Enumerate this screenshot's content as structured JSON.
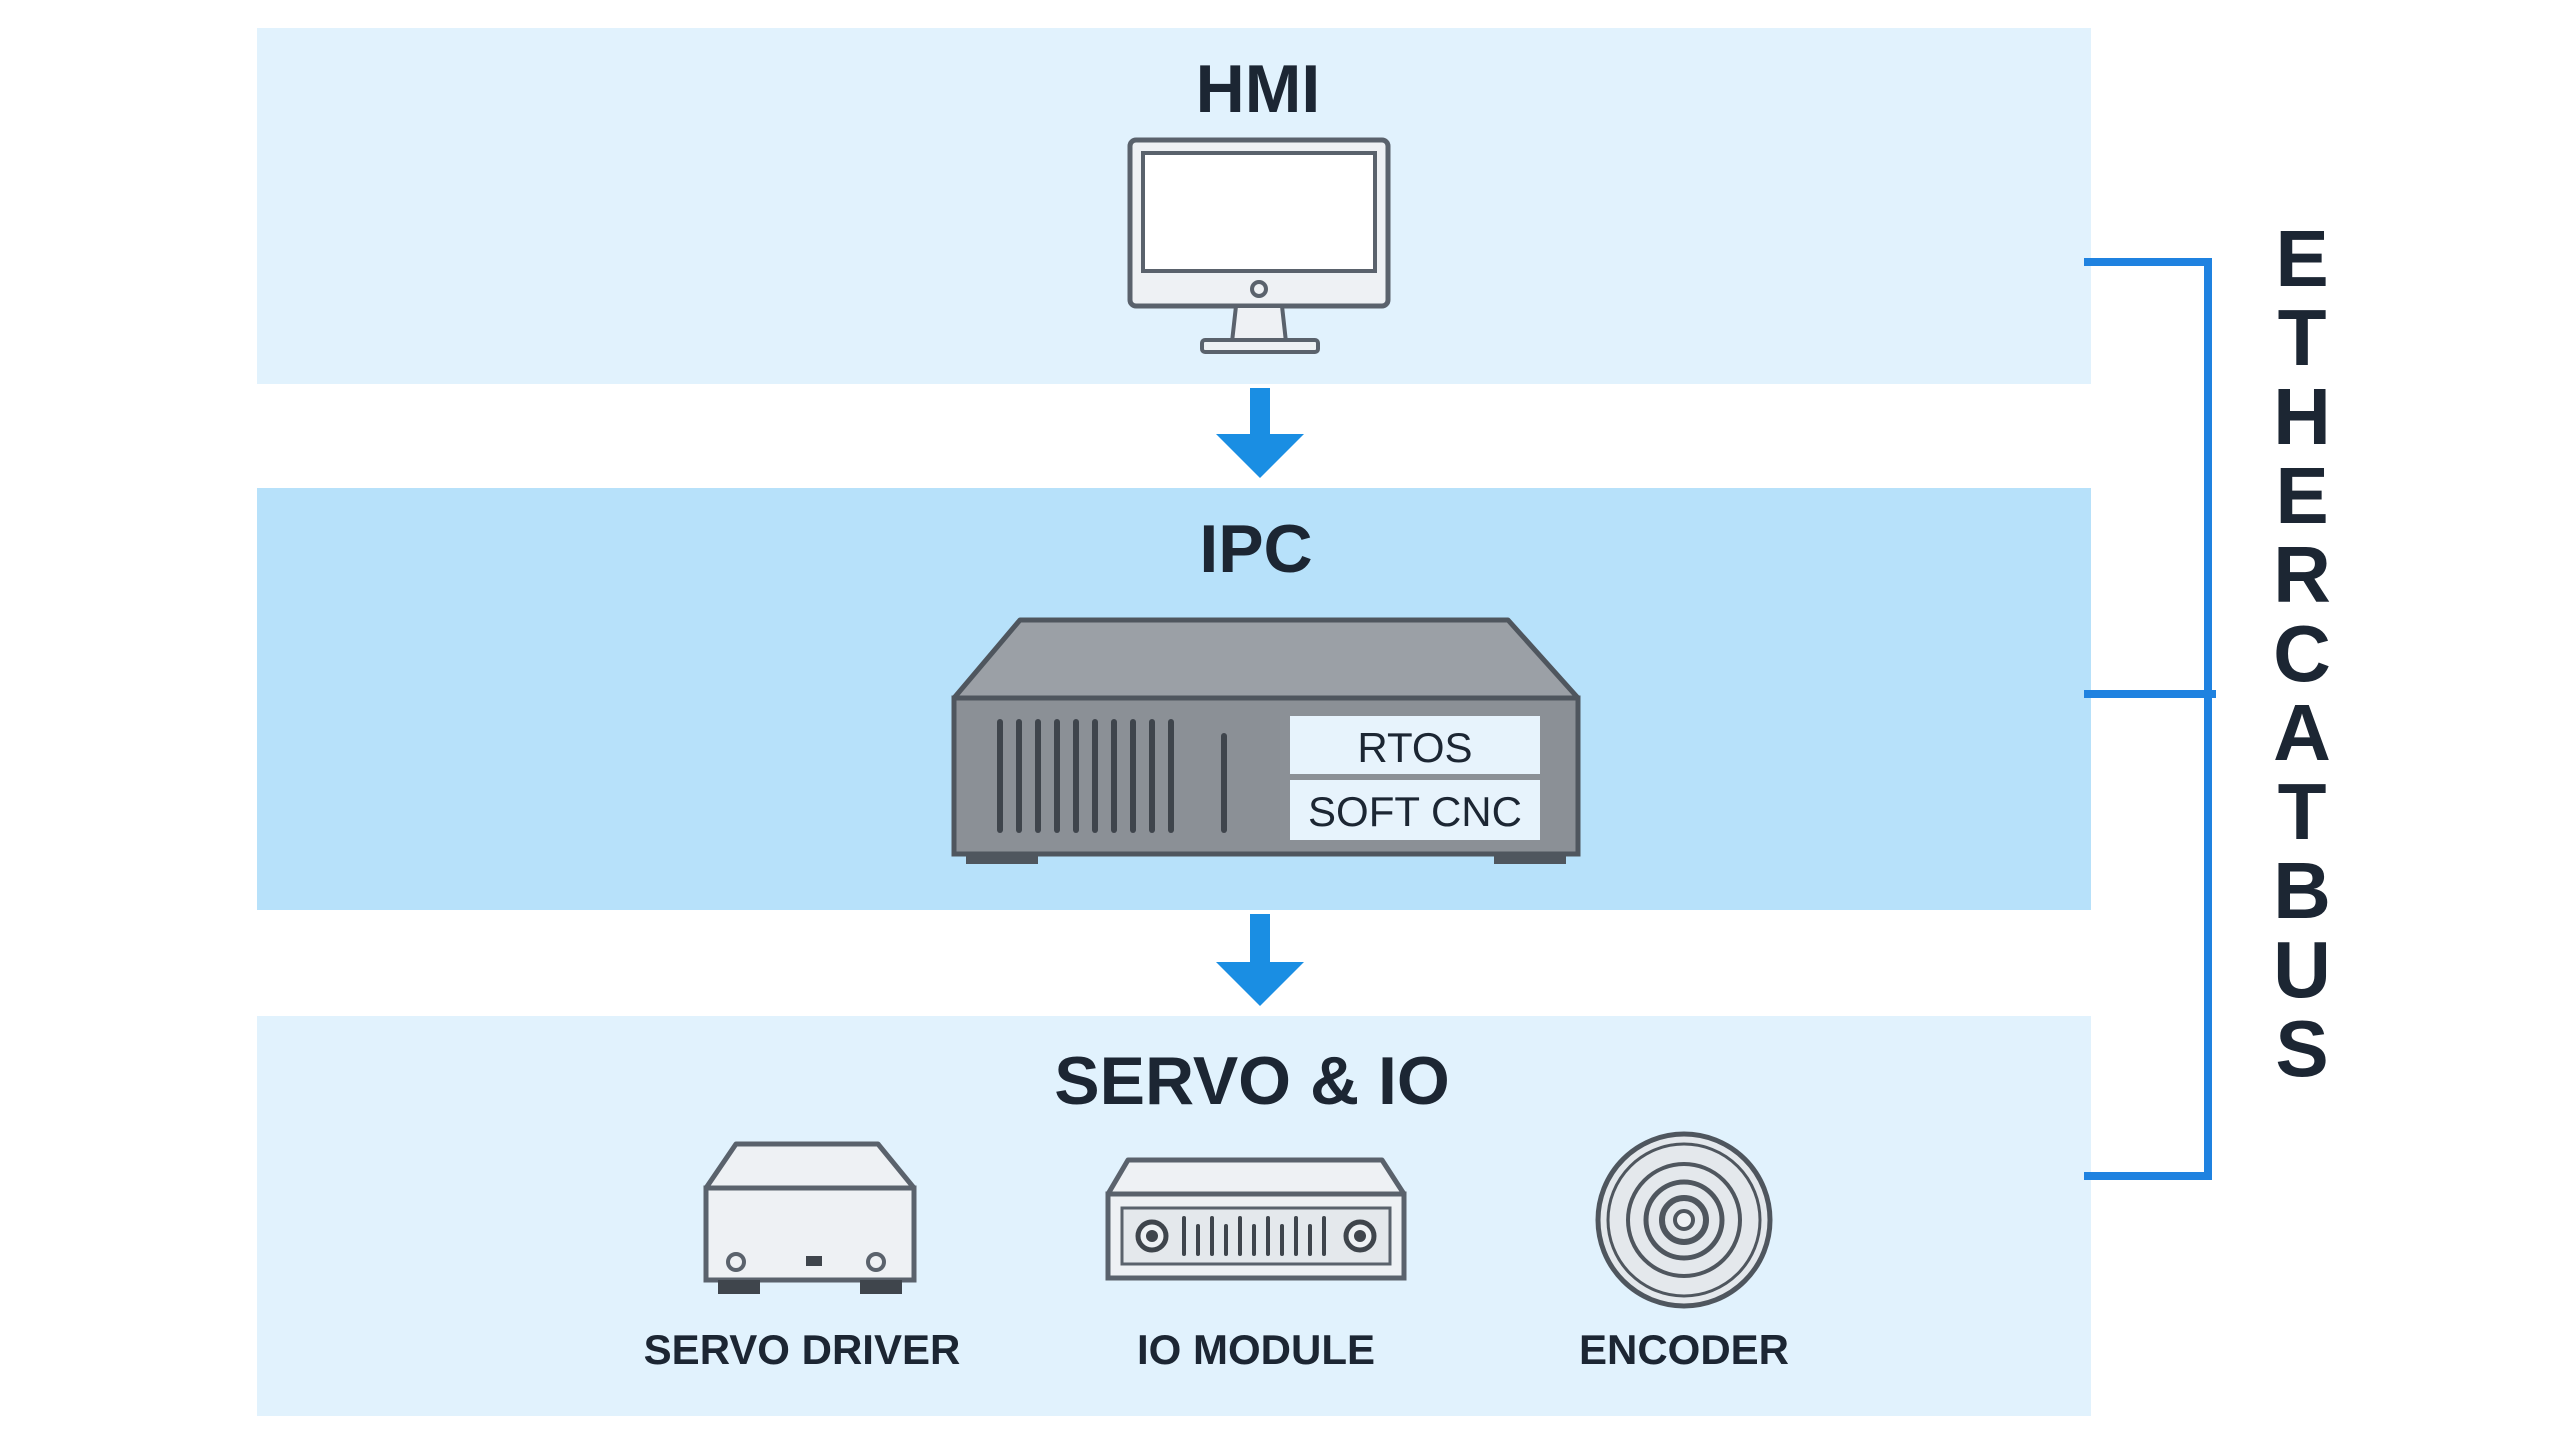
{
  "layers": {
    "hmi": {
      "title": "HMI"
    },
    "ipc": {
      "title": "IPC",
      "labels": [
        "RTOS",
        "SOFT CNC"
      ]
    },
    "servo_io": {
      "title": "SERVO & IO",
      "devices": [
        {
          "label": "SERVO DRIVER",
          "icon": "servo-driver-icon"
        },
        {
          "label": "IO MODULE",
          "icon": "io-module-icon"
        },
        {
          "label": "ENCODER",
          "icon": "encoder-icon"
        }
      ]
    }
  },
  "bus": {
    "letters": [
      "E",
      "T",
      "H",
      "E",
      "R",
      "C",
      "A",
      "T",
      "B",
      "U",
      "S"
    ]
  },
  "colors": {
    "hmi_band": "#e1f2fd",
    "ipc_band": "#b7e1fa",
    "servo_band": "#e1f2fd",
    "arrow": "#1a8ee3",
    "bus_line": "#1f82e0",
    "text": "#1c2633",
    "device_fill": "#eef1f4",
    "device_stroke": "#5a626c",
    "ipc_fill": "#8b9096",
    "ipc_top": "#9ba0a6"
  }
}
